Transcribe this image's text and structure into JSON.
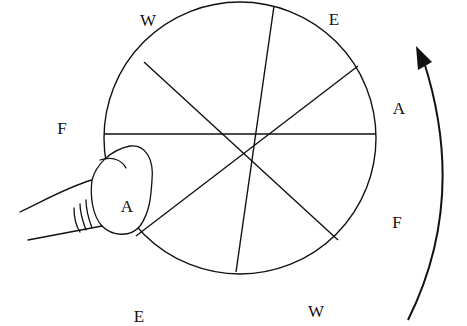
{
  "diagram": {
    "labels": [
      "W",
      "E",
      "F",
      "A",
      "A",
      "F",
      "E",
      "W"
    ]
  }
}
